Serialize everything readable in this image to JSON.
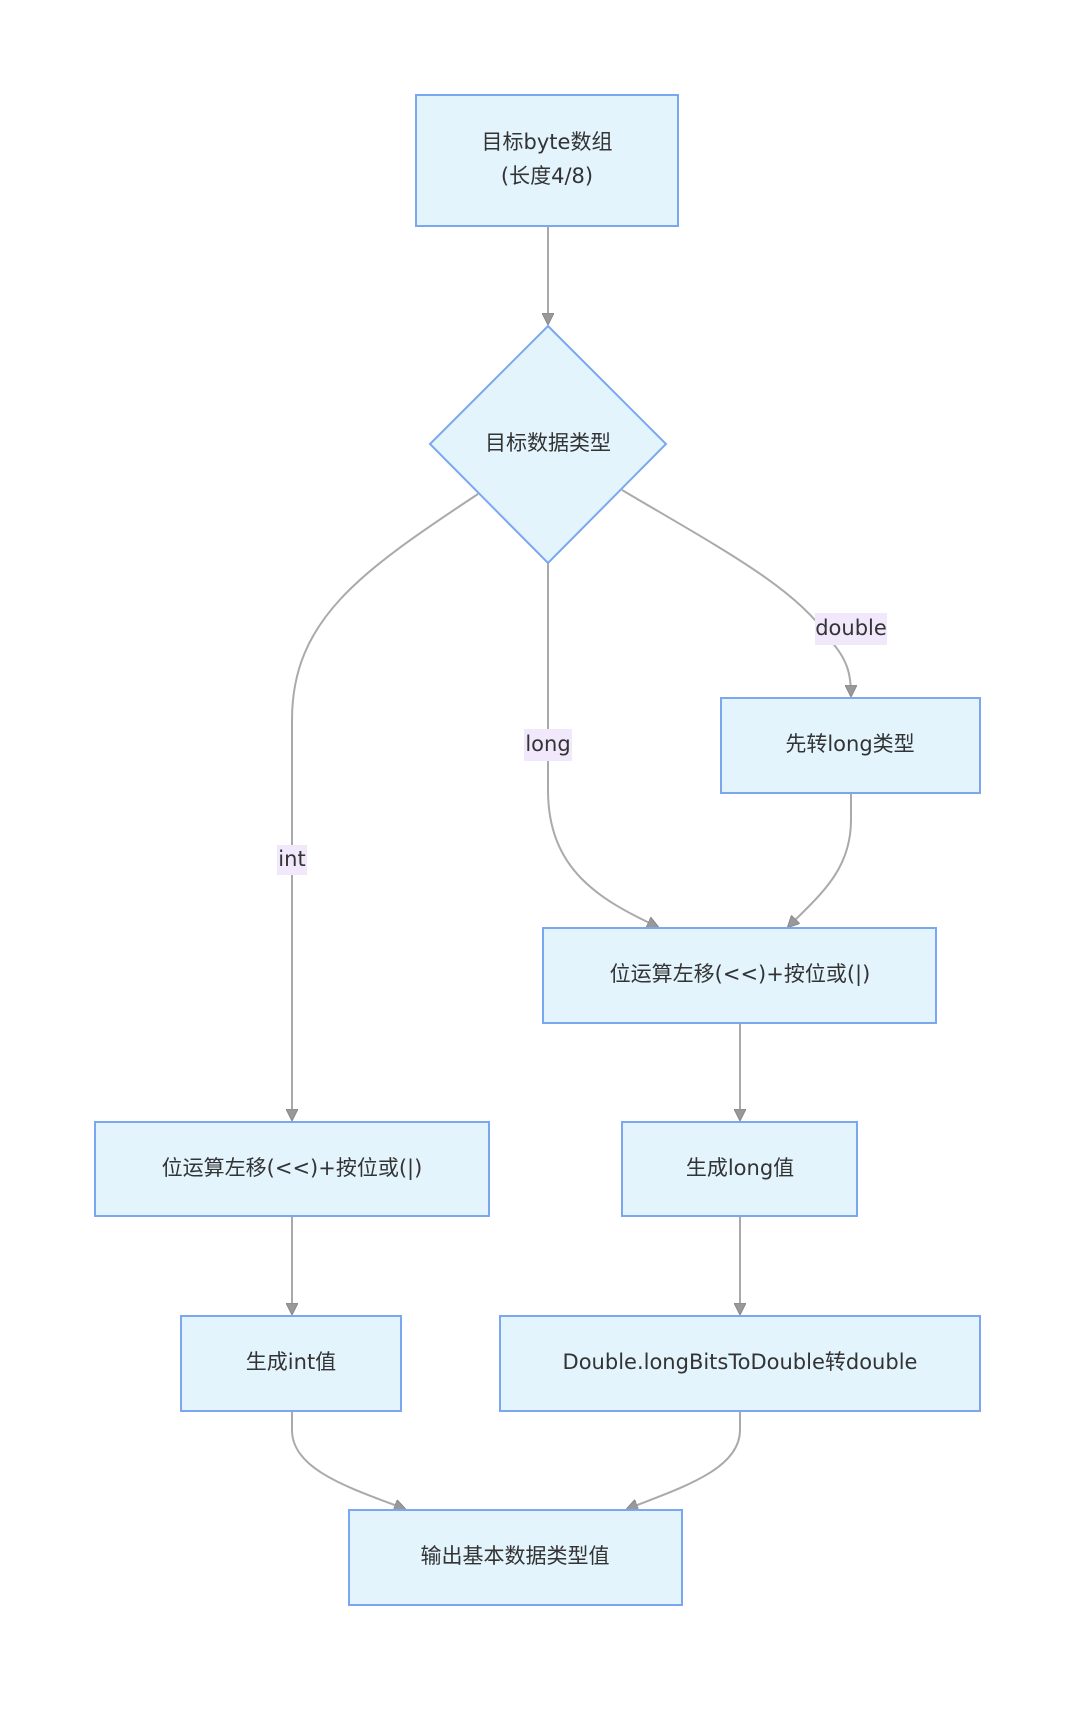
{
  "diagram": {
    "type": "flowchart",
    "colors": {
      "node_fill": "#e3f4fd",
      "node_stroke": "#7aa7f0",
      "edge": "#aaaaaa",
      "arrowhead": "#999999",
      "label_bg": "#f1e9fb",
      "text": "#333333"
    },
    "nodes": {
      "start": {
        "line1": "目标byte数组",
        "line2": "(长度4/8)"
      },
      "decision": {
        "text": "目标数据类型"
      },
      "to_long": {
        "text": "先转long类型"
      },
      "bitop_long": {
        "text": "位运算左移(<<)+按位或(|)"
      },
      "bitop_int": {
        "text": "位运算左移(<<)+按位或(|)"
      },
      "gen_long": {
        "text": "生成long值"
      },
      "gen_int": {
        "text": "生成int值"
      },
      "to_double": {
        "text": "Double.longBitsToDouble转double"
      },
      "output": {
        "text": "输出基本数据类型值"
      }
    },
    "edges": [
      {
        "from": "start",
        "to": "decision",
        "label": ""
      },
      {
        "from": "decision",
        "to": "bitop_int",
        "label": "int"
      },
      {
        "from": "decision",
        "to": "bitop_long",
        "label": "long"
      },
      {
        "from": "decision",
        "to": "to_long",
        "label": "double"
      },
      {
        "from": "to_long",
        "to": "bitop_long",
        "label": ""
      },
      {
        "from": "bitop_long",
        "to": "gen_long",
        "label": ""
      },
      {
        "from": "bitop_int",
        "to": "gen_int",
        "label": ""
      },
      {
        "from": "gen_long",
        "to": "to_double",
        "label": ""
      },
      {
        "from": "gen_int",
        "to": "output",
        "label": ""
      },
      {
        "from": "to_double",
        "to": "output",
        "label": ""
      }
    ],
    "edge_labels": {
      "int": "int",
      "long": "long",
      "double": "double"
    }
  }
}
